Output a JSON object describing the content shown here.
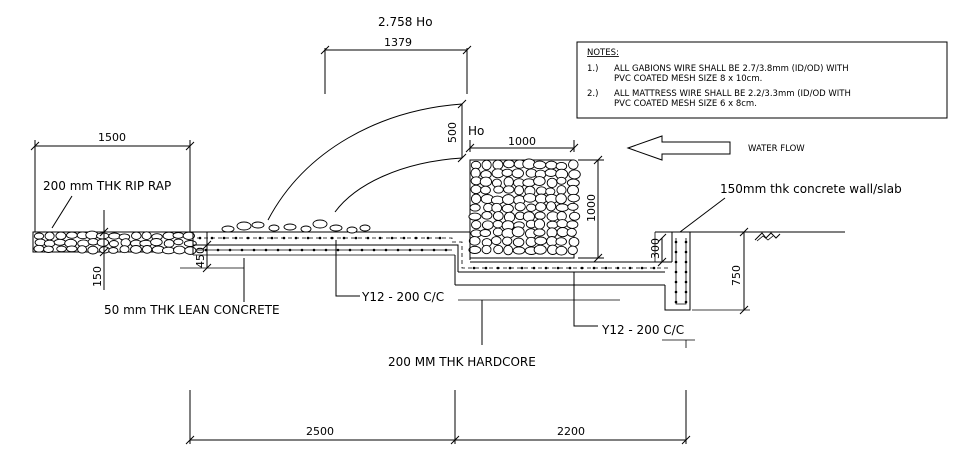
{
  "labels": {
    "ratio": "2.758 Ho",
    "ho": "Ho",
    "riprap": "200 mm THK RIP RAP",
    "lean": "50 mm THK LEAN CONCRETE",
    "rebar_left": "Y12 - 200 C/C",
    "rebar_right": "Y12 - 200 C/C",
    "hardcore": "200 MM THK HARDCORE",
    "wall": "150mm thk concrete wall/slab",
    "waterflow": "WATER FLOW"
  },
  "dims": {
    "top_span": "1379",
    "riprap_len": "1500",
    "gabion_w": "1000",
    "gabion_h": "1000",
    "jump": "500",
    "riprap_thk": "150",
    "slab_thk": "450",
    "step": "300",
    "wall_h": "750",
    "base_left": "2500",
    "base_right": "2200"
  },
  "notes": {
    "title": "NOTES:",
    "n1_num": "1.)",
    "n1_line1": "ALL GABIONS WIRE SHALL BE 2.7/3.8mm (ID/OD) WITH",
    "n1_line2": "PVC COATED MESH SIZE 8 x 10cm.",
    "n2_num": "2.)",
    "n2_line1": "ALL MATTRESS WIRE SHALL BE 2.2/3.3mm (ID/OD WITH",
    "n2_line2": "PVC COATED MESH SIZE 6 x 8cm."
  }
}
